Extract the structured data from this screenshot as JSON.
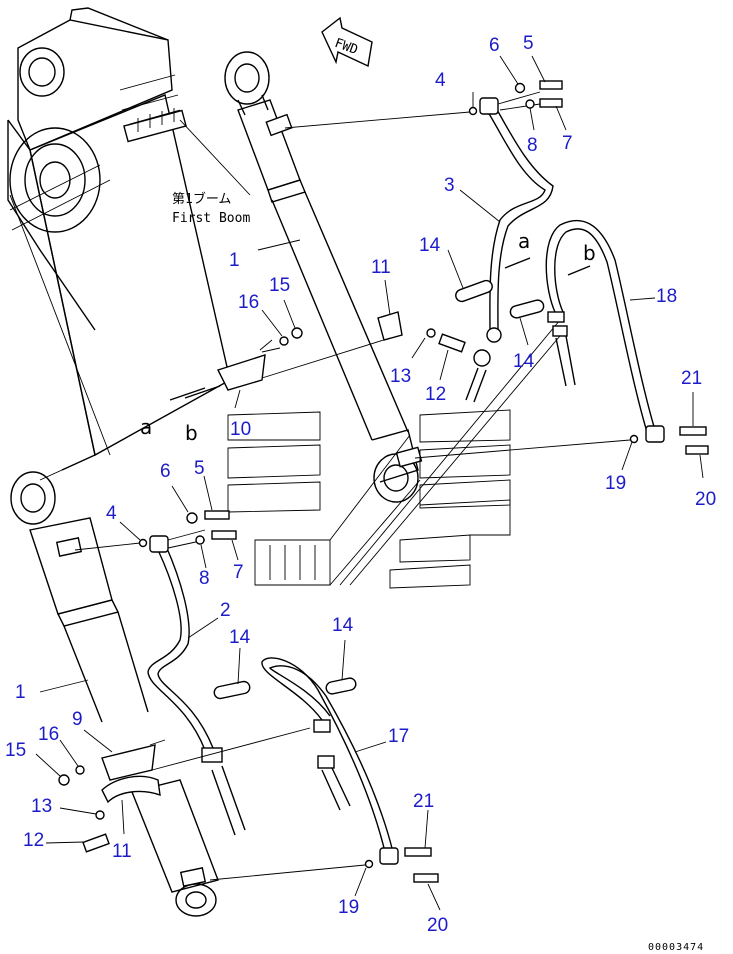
{
  "diagram": {
    "fwd_label": "FWD",
    "boom_label_jp": "第1ブーム",
    "boom_label_en": "First Boom",
    "flow_labels": [
      "a",
      "b"
    ],
    "document_number": "00003474",
    "callout_color": "#1c1cc8",
    "callouts": [
      {
        "id": "c5-top",
        "text": "5"
      },
      {
        "id": "c6-top",
        "text": "6"
      },
      {
        "id": "c4-top",
        "text": "4"
      },
      {
        "id": "c8-top",
        "text": "8"
      },
      {
        "id": "c7-top",
        "text": "7"
      },
      {
        "id": "c3",
        "text": "3"
      },
      {
        "id": "c14-top",
        "text": "14"
      },
      {
        "id": "c11-mid",
        "text": "11"
      },
      {
        "id": "c1-top",
        "text": "1"
      },
      {
        "id": "c16-mid",
        "text": "16"
      },
      {
        "id": "c15-mid",
        "text": "15"
      },
      {
        "id": "c18",
        "text": "18"
      },
      {
        "id": "c13-mid",
        "text": "13"
      },
      {
        "id": "c12-mid",
        "text": "12"
      },
      {
        "id": "c14-right",
        "text": "14"
      },
      {
        "id": "c21-right",
        "text": "21"
      },
      {
        "id": "c10",
        "text": "10"
      },
      {
        "id": "c19-right",
        "text": "19"
      },
      {
        "id": "c20-right",
        "text": "20"
      },
      {
        "id": "c6-low",
        "text": "6"
      },
      {
        "id": "c5-low",
        "text": "5"
      },
      {
        "id": "c4-low",
        "text": "4"
      },
      {
        "id": "c8-low",
        "text": "8"
      },
      {
        "id": "c7-low",
        "text": "7"
      },
      {
        "id": "c2",
        "text": "2"
      },
      {
        "id": "c14-low",
        "text": "14"
      },
      {
        "id": "c14-low2",
        "text": "14"
      },
      {
        "id": "c1-low",
        "text": "1"
      },
      {
        "id": "c9",
        "text": "9"
      },
      {
        "id": "c17",
        "text": "17"
      },
      {
        "id": "c15-low",
        "text": "15"
      },
      {
        "id": "c16-low",
        "text": "16"
      },
      {
        "id": "c13-low",
        "text": "13"
      },
      {
        "id": "c12-low",
        "text": "12"
      },
      {
        "id": "c11-low",
        "text": "11"
      },
      {
        "id": "c21-low",
        "text": "21"
      },
      {
        "id": "c19-low",
        "text": "19"
      },
      {
        "id": "c20-low",
        "text": "20"
      }
    ]
  }
}
